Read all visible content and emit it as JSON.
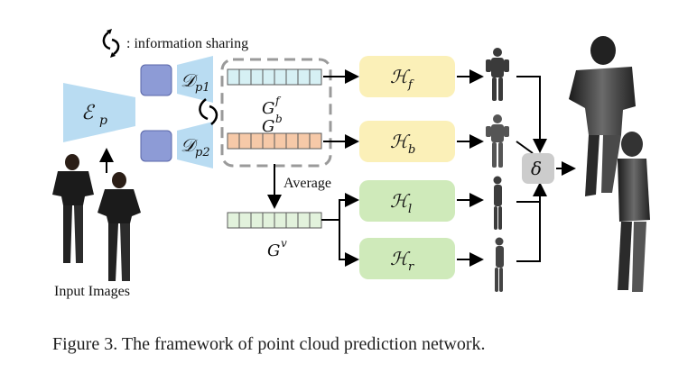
{
  "legend": {
    "text": ": information  sharing",
    "icon": "curved-double-arrow-icon"
  },
  "encoder": {
    "symbol": "ℰ",
    "sub": "p"
  },
  "decoders": [
    {
      "symbol": "𝒟",
      "sub": "p1"
    },
    {
      "symbol": "𝒟",
      "sub": "p2"
    }
  ],
  "features": {
    "front": {
      "symbol": "G",
      "sup": "f",
      "cells": 8,
      "color": "#d6f0f4"
    },
    "back": {
      "symbol": "G",
      "sup": "b",
      "cells": 8,
      "color": "#f6c9a8"
    },
    "voxel": {
      "symbol": "G",
      "sup": "v",
      "cells": 8,
      "color": "#e2f2dc"
    }
  },
  "average_label": "Average",
  "heads": [
    {
      "symbol": "ℋ",
      "sub": "f",
      "color": "#fbf0b8"
    },
    {
      "symbol": "ℋ",
      "sub": "b",
      "color": "#fbf0b8"
    },
    {
      "symbol": "ℋ",
      "sub": "l",
      "color": "#cfeaba"
    },
    {
      "symbol": "ℋ",
      "sub": "r",
      "color": "#cfeaba"
    }
  ],
  "fusion": {
    "symbol": "δ"
  },
  "input_label": "Input Images",
  "caption": "Figure 3. The framework of point cloud prediction network.",
  "colors": {
    "encoder": "#b9dcf2",
    "latent": "#8d9bd6",
    "dashed_box": "#9a9a9a",
    "fusion": "#cccccc"
  }
}
